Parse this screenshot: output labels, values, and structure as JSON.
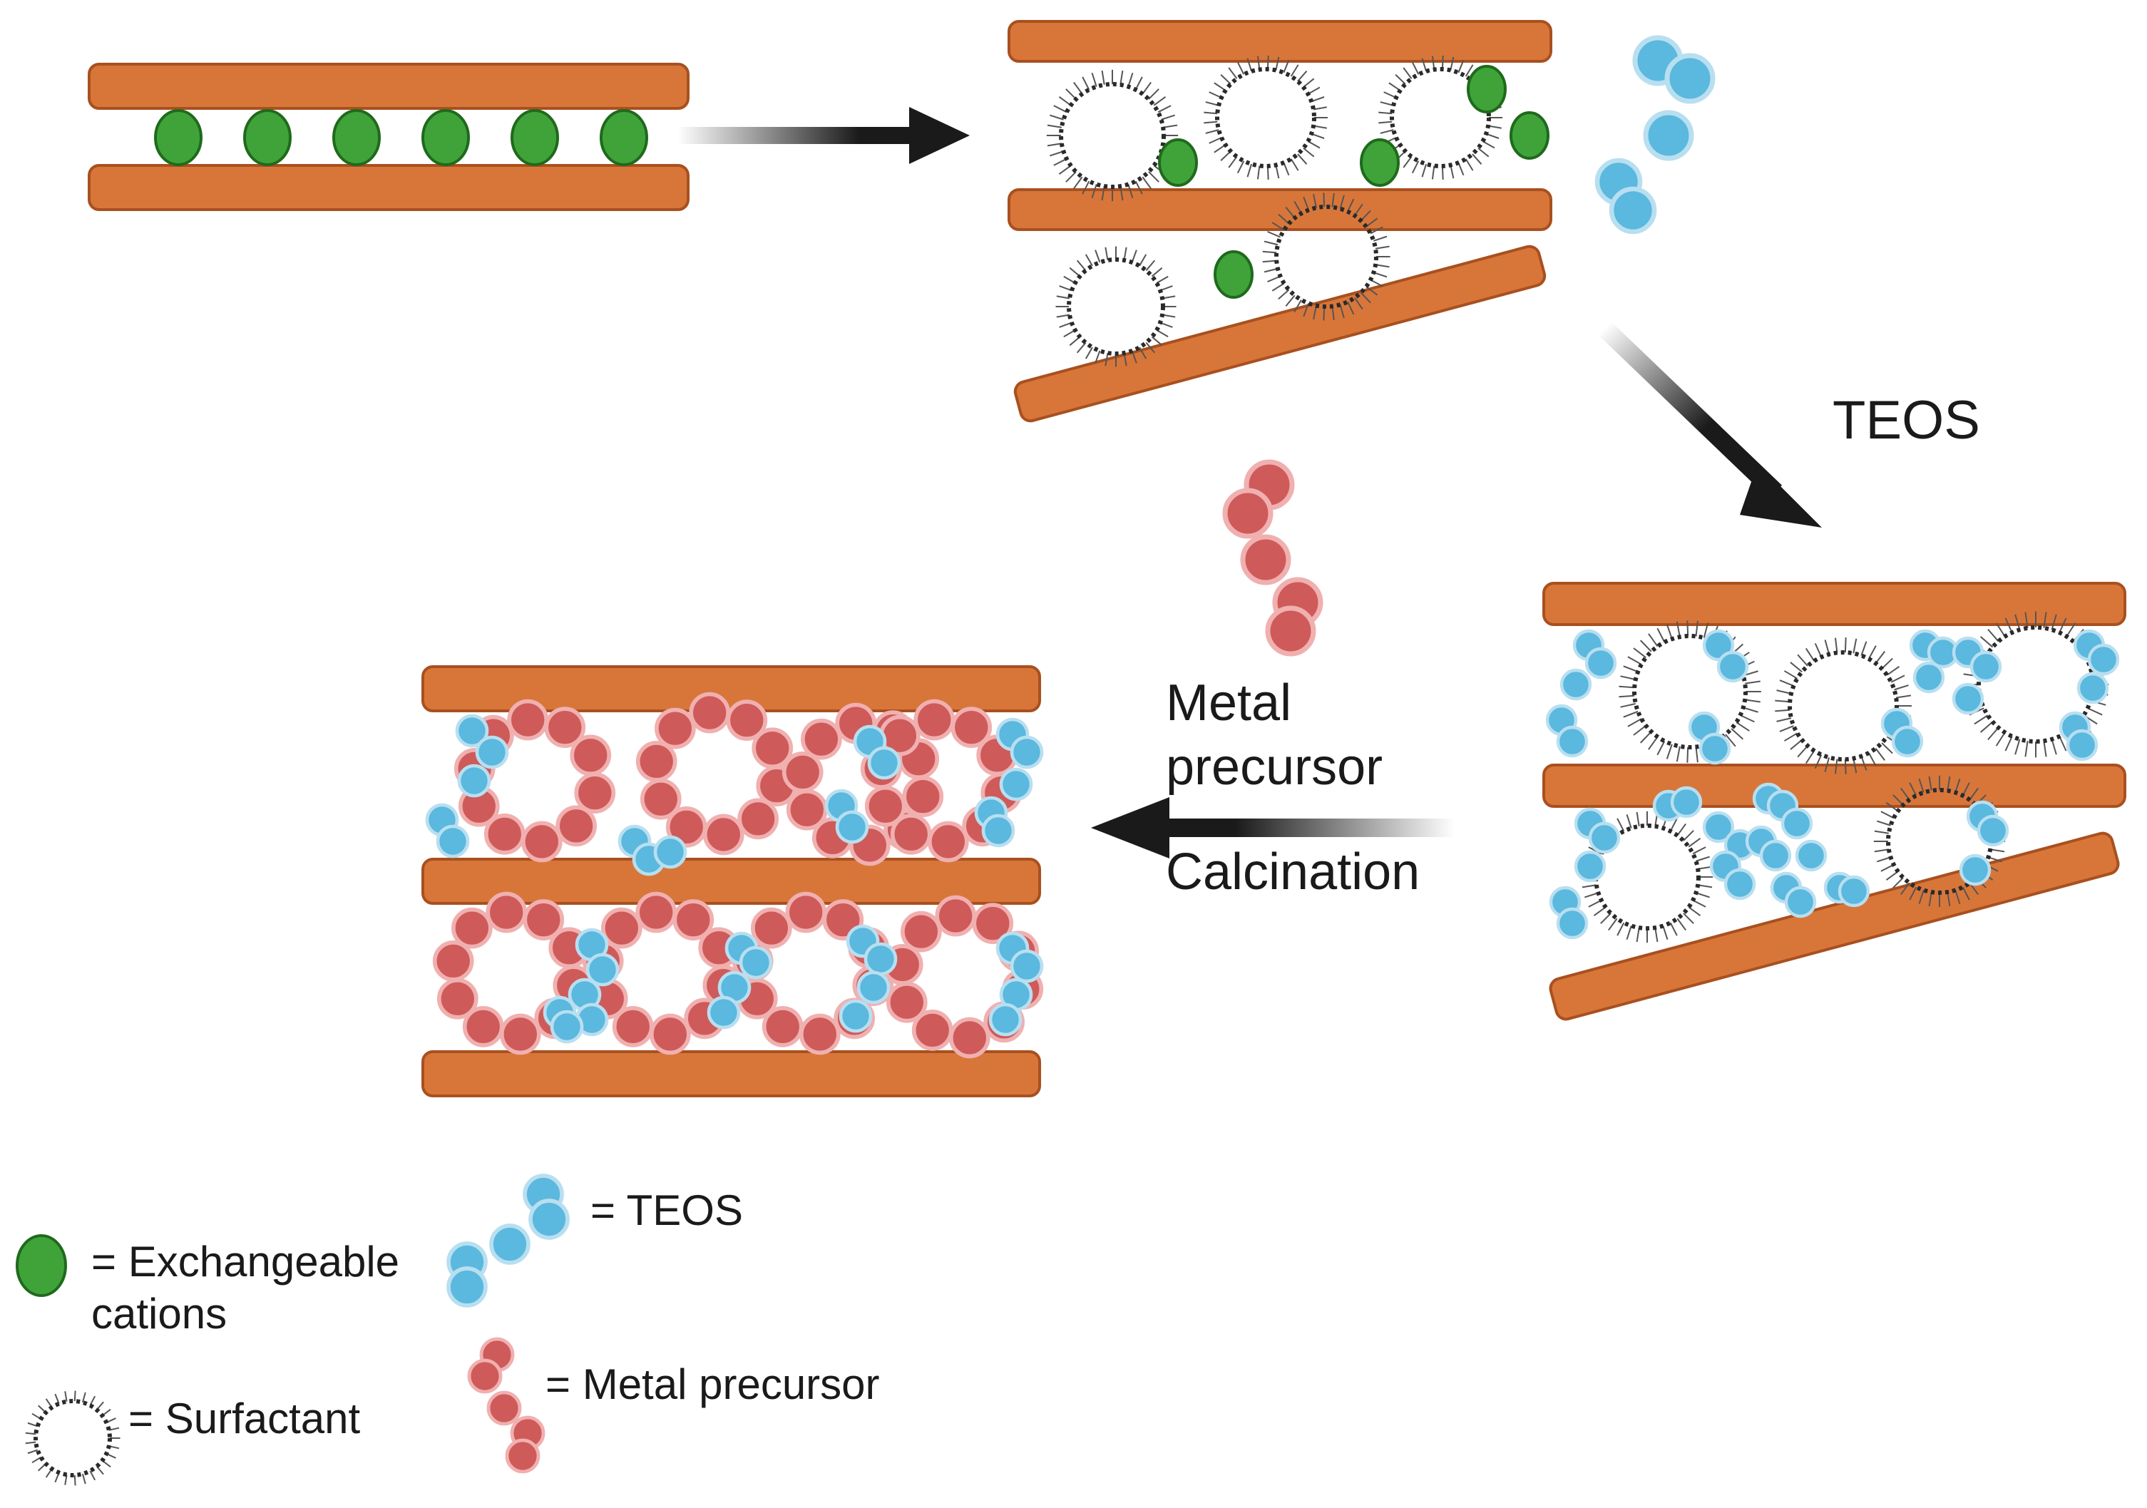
{
  "diagram": {
    "labels": {
      "teos": "TEOS",
      "metal_precursor": "Metal precursor",
      "metal_line1": "Metal",
      "metal_line2": "precursor",
      "calcination": "Calcination"
    },
    "legend": {
      "cations_line1": "= Exchangeable",
      "cations_line2": "cations",
      "surfactant": "= Surfactant",
      "teos": "= TEOS",
      "metal_precursor": "= Metal precursor"
    },
    "colors": {
      "layer": "#d8763a",
      "layer_stroke": "#a8501f",
      "cation": "#3fa33a",
      "cation_stroke": "#1f6a1c",
      "teos": "#5bb8de",
      "teos_stroke": "#b8dff0",
      "metal": "#cf5a5a",
      "metal_stroke": "#f0b0b0",
      "surfactant": "#2a2a2a",
      "arrow": "#1a1a1a"
    }
  }
}
